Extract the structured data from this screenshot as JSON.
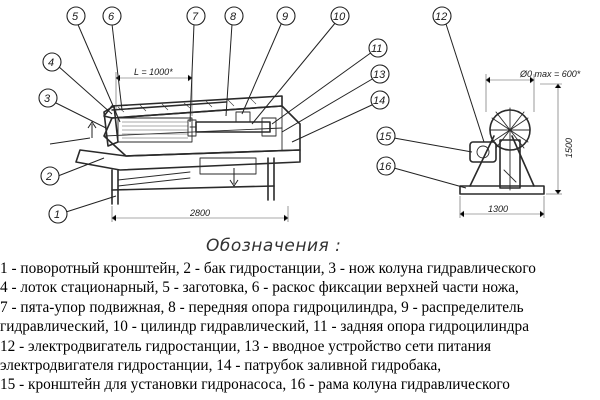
{
  "drawing": {
    "callouts": [
      "1",
      "2",
      "3",
      "4",
      "5",
      "6",
      "7",
      "8",
      "9",
      "10",
      "11",
      "12",
      "13",
      "14",
      "15",
      "16"
    ],
    "dimensions": {
      "stroke_length": "L = 1000*",
      "frame_length": "2800",
      "diameter": "Ø0 max = 600*",
      "height": "1500",
      "base_width": "1300"
    }
  },
  "legend": {
    "title": "Обозначения :",
    "lines": [
      "1 - поворотный кронштейн, 2 - бак гидростанции, 3 - нож колуна гидравлического",
      "4 - лоток стационарный, 5 - заготовка, 6 - раскос фиксации верхней части ножа,",
      "7 - пята-упор подвижная, 8 - передняя опора гидроцилиндра, 9 - распределитель",
      "гидравлический, 10 - цилиндр гидравлический, 11 - задняя опора гидроцилиндра",
      "12 - электродвигатель гидростанции, 13 - вводное устройство сети питания",
      "электродвигателя гидростанции, 14 - патрубок заливной гидробака,",
      "15 - кронштейн для установки гидронасоса, 16 - рама колуна гидравлического"
    ]
  }
}
